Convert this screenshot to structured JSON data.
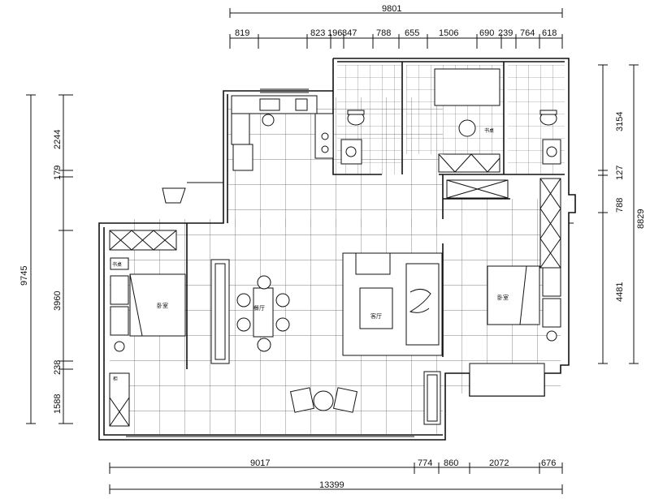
{
  "dimensions": {
    "top_overall": "9801",
    "top_segments": [
      "819",
      "823",
      "196",
      "847",
      "788",
      "655",
      "1506",
      "690",
      "239",
      "764",
      "618"
    ],
    "left_overall": "9745",
    "left_segments": [
      "2244",
      "179",
      "3960",
      "238",
      "1588"
    ],
    "right_segments": [
      "3154",
      "127",
      "788",
      "4481"
    ],
    "right_overall": "8829",
    "bottom_segments": [
      "9017",
      "774",
      "860",
      "2072",
      "676"
    ],
    "bottom_overall": "13399"
  },
  "rooms": {
    "dining": "餐厅",
    "living": "客厅",
    "bedroom_left": "卧室",
    "bedroom_right": "卧室",
    "desk_left": "书桌",
    "desk_right": "书桌",
    "cabinet": "柜"
  },
  "colors": {
    "line": "#111111",
    "background": "#ffffff"
  }
}
